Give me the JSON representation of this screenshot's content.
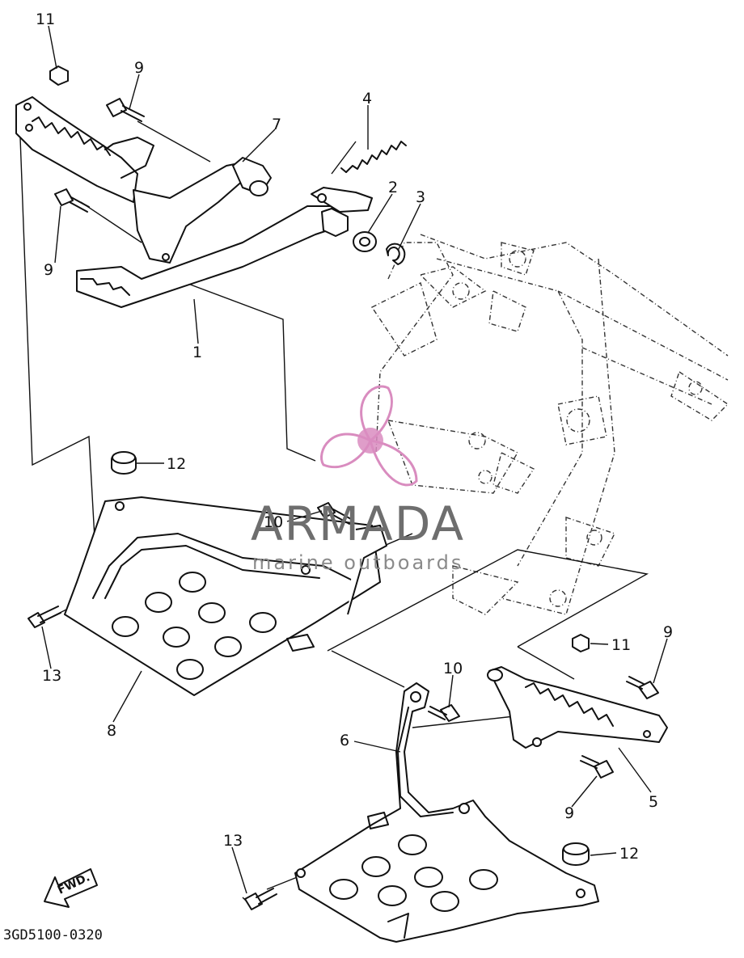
{
  "diagram": {
    "code": "3GD5100-0320",
    "fwd_label": "FWD.",
    "callouts": [
      {
        "id": "c1",
        "text": "1"
      },
      {
        "id": "c2",
        "text": "2"
      },
      {
        "id": "c3",
        "text": "3"
      },
      {
        "id": "c4",
        "text": "4"
      },
      {
        "id": "c5",
        "text": "5"
      },
      {
        "id": "c6",
        "text": "6"
      },
      {
        "id": "c7",
        "text": "7"
      },
      {
        "id": "c8",
        "text": "8"
      },
      {
        "id": "c9a",
        "text": "9"
      },
      {
        "id": "c9b",
        "text": "9"
      },
      {
        "id": "c9c",
        "text": "9"
      },
      {
        "id": "c9d",
        "text": "9"
      },
      {
        "id": "c10a",
        "text": "10"
      },
      {
        "id": "c10b",
        "text": "10"
      },
      {
        "id": "c11a",
        "text": "11"
      },
      {
        "id": "c11b",
        "text": "11"
      },
      {
        "id": "c12a",
        "text": "12"
      },
      {
        "id": "c12b",
        "text": "12"
      },
      {
        "id": "c13a",
        "text": "13"
      },
      {
        "id": "c13b",
        "text": "13"
      }
    ]
  },
  "watermark": {
    "title": "ARMADA",
    "subtitle": "marine outboards",
    "color": "#d98cbf"
  }
}
